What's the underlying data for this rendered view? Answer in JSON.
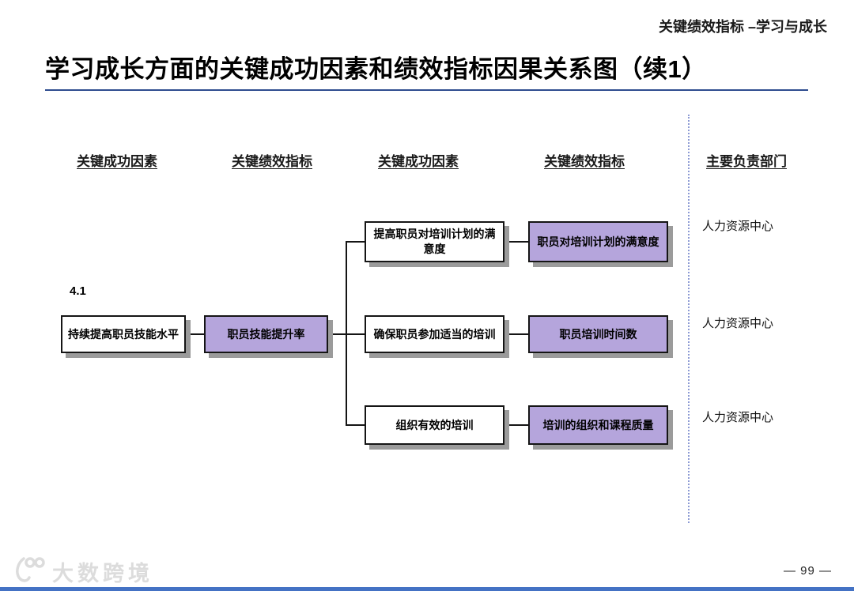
{
  "page": {
    "slide_tag": "关键绩效指标 –学习与成长",
    "title": "学习成长方面的关键成功因素和绩效指标因果关系图（续1）",
    "page_number": "— 99 —",
    "logo_text": "大数跨境"
  },
  "columns": [
    {
      "label": "关键成功因素"
    },
    {
      "label": "关键绩效指标"
    },
    {
      "label": "关键成功因素"
    },
    {
      "label": "关键绩效指标"
    },
    {
      "label": "主要负责部门"
    }
  ],
  "diagram": {
    "section_number": "4.1",
    "root": {
      "csf": "持续提高职员技能水平",
      "kpi": "职员技能提升率"
    },
    "rows": [
      {
        "csf": "提高职员对培训计划的满意度",
        "kpi": "职员对培训计划的满意度",
        "dept": "人力资源中心"
      },
      {
        "csf": "确保职员参加适当的培训",
        "kpi": "职员培训时间数",
        "dept": "人力资源中心"
      },
      {
        "csf": "组织有效的培训",
        "kpi": "培训的组织和课程质量",
        "dept": "人力资源中心"
      }
    ]
  },
  "colors": {
    "kpi_box_fill": "#b5a5dc",
    "title_rule": "#2e4d8f",
    "column_divider": "#8c9ad4",
    "footer_bar": "#4472c4",
    "box_shadow": "#9b9b9b"
  }
}
